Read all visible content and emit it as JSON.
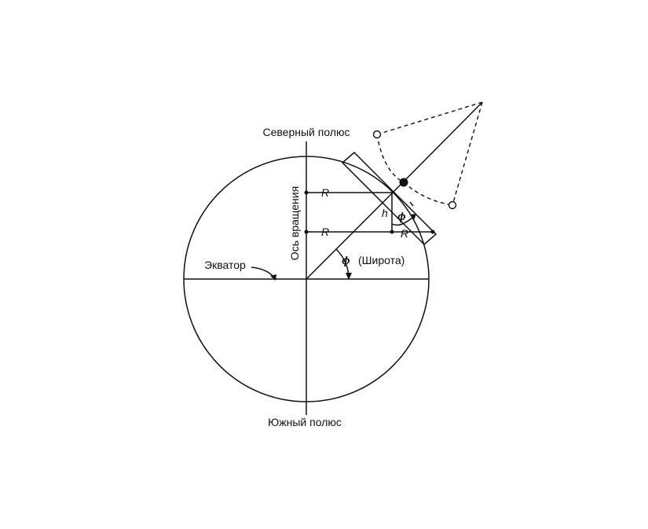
{
  "labels": {
    "north_pole": "Северный полюс",
    "south_pole": "Южный полюс",
    "rotation_axis": "Ось вращения",
    "equator": "Экватор",
    "latitude": "(Широта)",
    "radius_r": "R",
    "radius_r2": "R",
    "radius_r_prime": "R'",
    "height_h": "h",
    "phi_main": "ϕ",
    "phi_small": "ϕ"
  },
  "colors": {
    "stroke": "#111111",
    "background": "#ffffff"
  }
}
